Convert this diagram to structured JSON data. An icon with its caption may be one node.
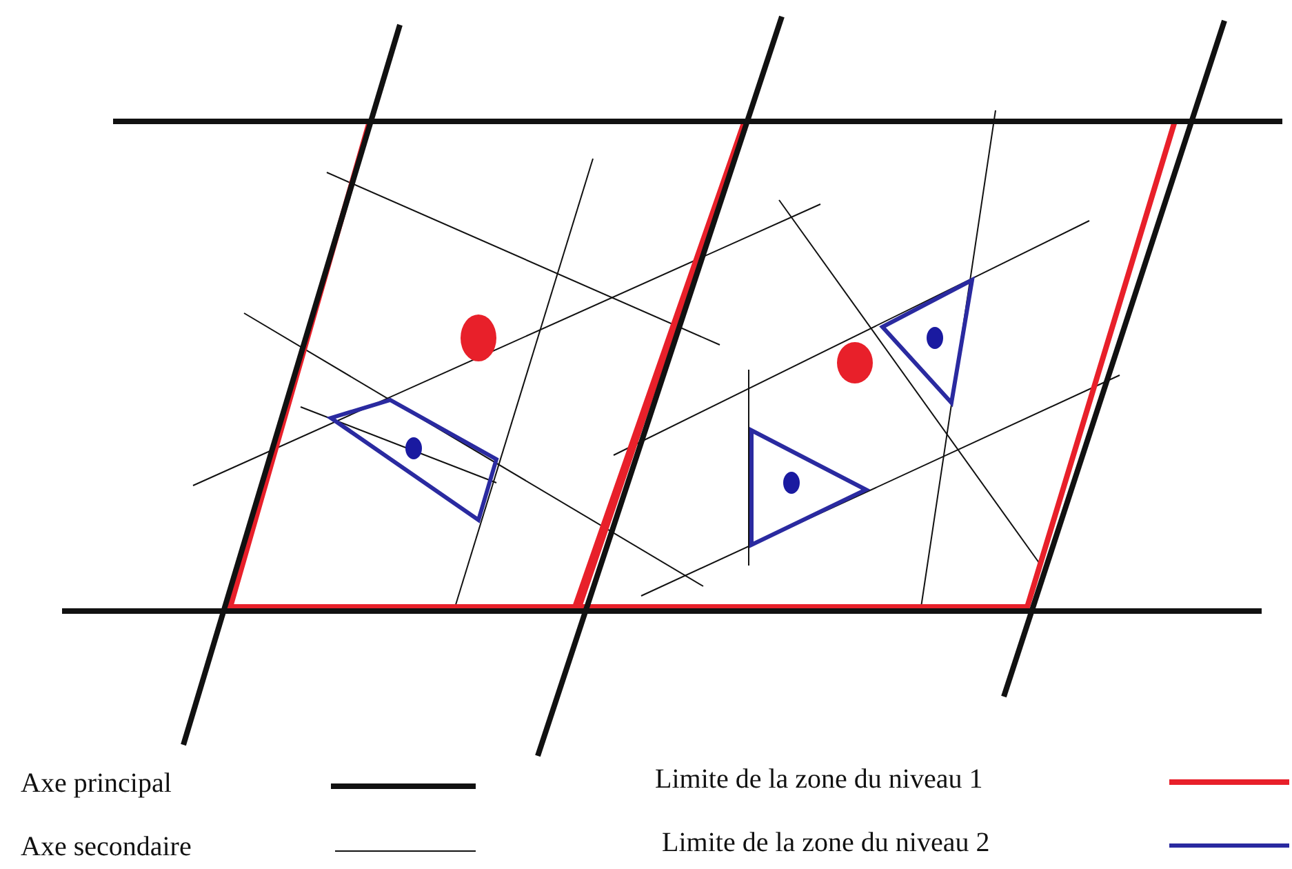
{
  "diagram": {
    "legend": [
      {
        "text": "Axe principal"
      },
      {
        "text": "Axe secondaire"
      },
      {
        "text": "Limite de la zone du niveau 1"
      },
      {
        "text": "Limite de la zone du niveau 2"
      }
    ]
  }
}
